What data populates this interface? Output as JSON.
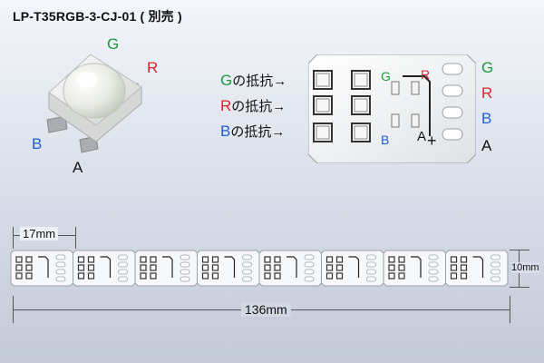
{
  "title": "LP-T35RGB-3-CJ-01 ( 別売 )",
  "led": {
    "label_g": "G",
    "label_r": "R",
    "label_b": "B",
    "label_a": "A"
  },
  "resistor_labels": [
    {
      "letter": "G",
      "text": "の抵抗→",
      "color": "#1e9a3a"
    },
    {
      "letter": "R",
      "text": "の抵抗→",
      "color": "#e0202a"
    },
    {
      "letter": "B",
      "text": "の抵抗→",
      "color": "#1e5be0"
    }
  ],
  "pcb": {
    "pad_g": "G",
    "pad_r": "R",
    "pad_b": "B",
    "pad_a": "A",
    "plus": "+",
    "side_g": "G",
    "side_r": "R",
    "side_b": "B",
    "side_a": "A"
  },
  "dimensions": {
    "unit_width": "17mm",
    "height": "10mm",
    "total_length": "136mm"
  },
  "colors": {
    "green": "#1e9a3a",
    "red": "#e0202a",
    "blue": "#1e5be0"
  }
}
